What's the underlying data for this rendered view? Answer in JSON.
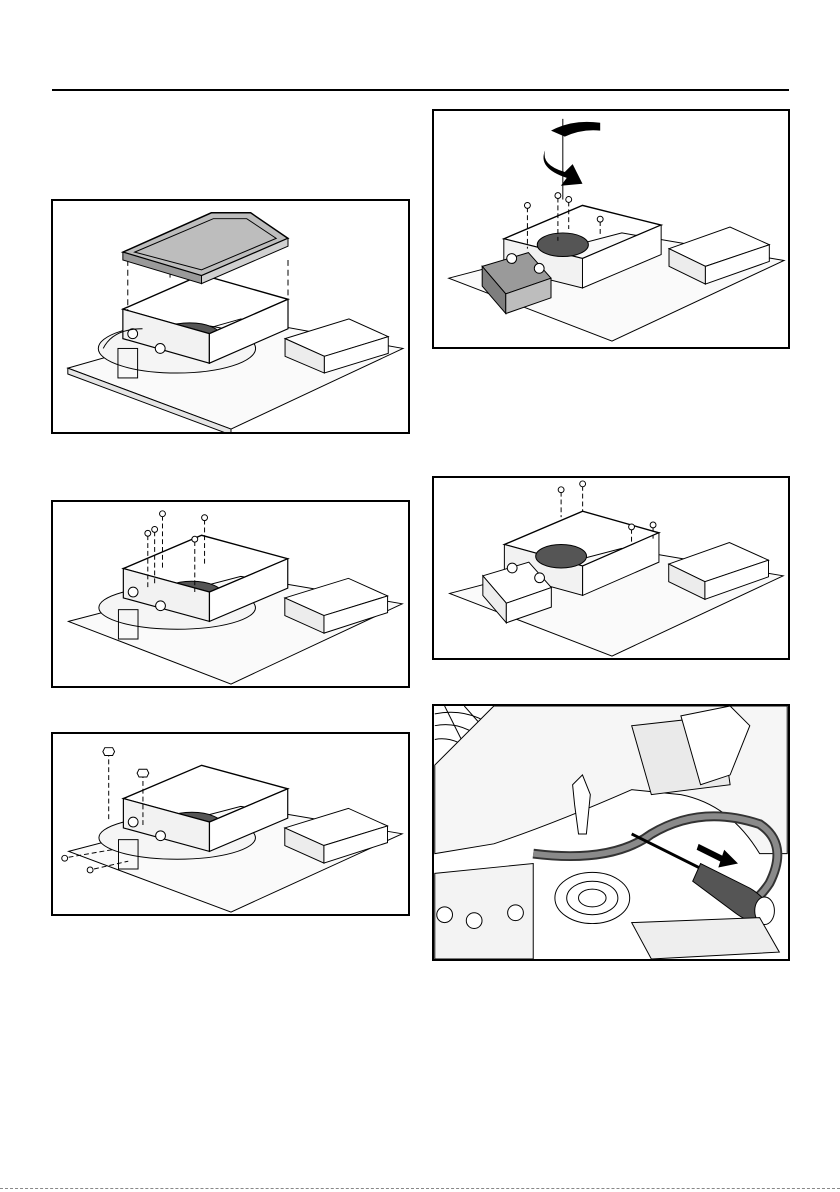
{
  "page": {
    "colors": {
      "line": "#000000",
      "fill_light": "#f2f2f2",
      "fill_mid": "#bdbdbd",
      "fill_dark": "#6e6e6e",
      "background": "#ffffff"
    }
  },
  "figures": [
    {
      "id": "fig-1",
      "depicts": "filter-cover-removal"
    },
    {
      "id": "fig-2",
      "depicts": "top-screws-removal"
    },
    {
      "id": "fig-3",
      "depicts": "side-nuts-screws-removal"
    },
    {
      "id": "fig-4",
      "depicts": "housing-rotate-arrow"
    },
    {
      "id": "fig-5",
      "depicts": "housing-reattach-screws"
    },
    {
      "id": "fig-6",
      "depicts": "screwdriver-cable-detail"
    }
  ]
}
